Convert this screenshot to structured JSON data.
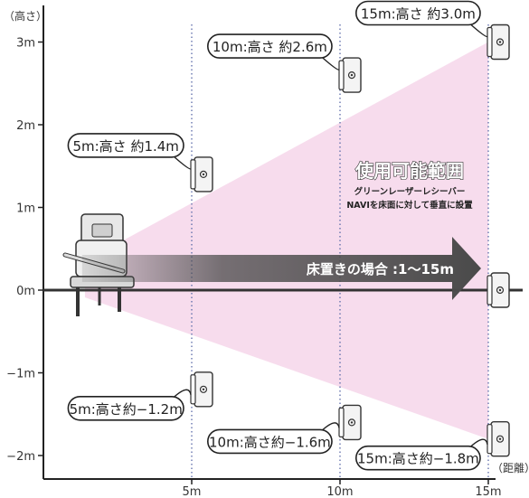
{
  "chart_data": {
    "type": "scatter",
    "title": "使用可能範囲",
    "subtitle_lines": [
      "グリーンレーザーレシーバー",
      "NAVIを床面に対して垂直に設置"
    ],
    "xlabel": "（距離）",
    "ylabel": "（高さ）",
    "xlim": [
      0,
      15
    ],
    "ylim": [
      -2.3,
      3.3
    ],
    "x_ticks": [
      {
        "value": 5,
        "label": "5m"
      },
      {
        "value": 10,
        "label": "10m"
      },
      {
        "value": 15,
        "label": "15m"
      }
    ],
    "y_ticks": [
      {
        "value": 3,
        "label": "3m"
      },
      {
        "value": 2,
        "label": "2m"
      },
      {
        "value": 1,
        "label": "1m"
      },
      {
        "value": 0,
        "label": "0m"
      },
      {
        "value": -1,
        "label": "−1m"
      },
      {
        "value": -2,
        "label": "−2m"
      }
    ],
    "grid": "vertical dotted lines at 5m, 10m, 15m",
    "points": [
      {
        "x": 5,
        "y": 1.4,
        "label": "5m:高さ 約1.4m"
      },
      {
        "x": 10,
        "y": 2.6,
        "label": "10m:高さ 約2.6m"
      },
      {
        "x": 15,
        "y": 3.0,
        "label": "15m:高さ 約3.0m"
      },
      {
        "x": 5,
        "y": -1.2,
        "label": "5m:高さ約−1.2m"
      },
      {
        "x": 10,
        "y": -1.6,
        "label": "10m:高さ約−1.6m"
      },
      {
        "x": 15,
        "y": -1.8,
        "label": "15m:高さ約−1.8m"
      },
      {
        "x": 15,
        "y": 0,
        "label": ""
      }
    ],
    "arrow_label": "床置きの場合 :1〜15m",
    "arrow_range": [
      1,
      15
    ],
    "colors": {
      "range_fill": "#f6d6ea",
      "arrow": "#4a4a4a",
      "axis": "#222222",
      "grid": "#5a6aa8",
      "title": "#ffffff",
      "title_outline": "#333333"
    }
  }
}
